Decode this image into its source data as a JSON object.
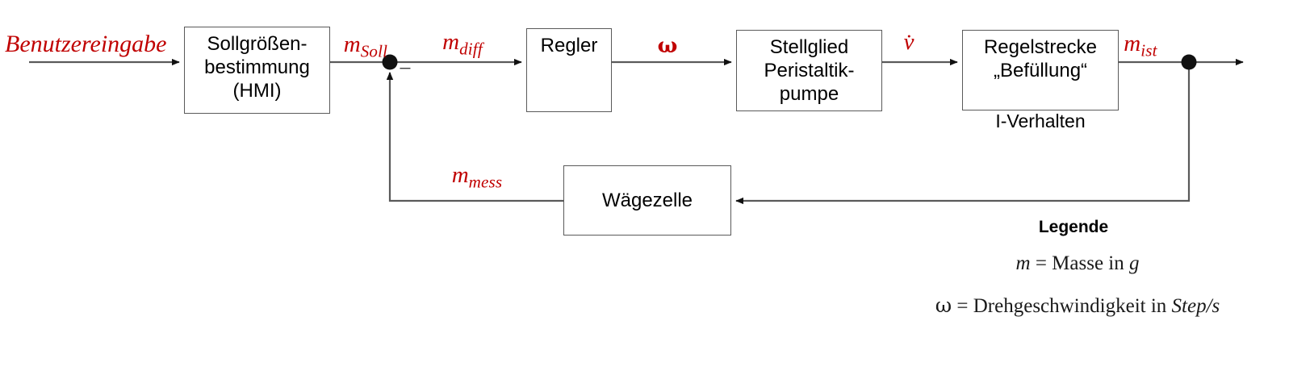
{
  "diagram": {
    "type": "control-loop-block-diagram",
    "language": "de",
    "blocks": [
      {
        "id": "hmi",
        "label": "Sollgrößen-\nbestimmung\n(HMI)"
      },
      {
        "id": "regler",
        "label": "Regler"
      },
      {
        "id": "stell",
        "label": "Stellglied\nPeristaltik-\npumpe"
      },
      {
        "id": "strecke",
        "label": "Regelstrecke\n„Befüllung“"
      },
      {
        "id": "waege",
        "label": "Wägezelle"
      }
    ],
    "captions": [
      {
        "id": "i-verhalten",
        "label": "I-Verhalten"
      }
    ],
    "signals": {
      "input": "Benutzereingabe",
      "m_soll": {
        "base": "m",
        "sub": "Soll"
      },
      "m_diff": {
        "base": "m",
        "sub": "diff"
      },
      "omega": "ω",
      "v_dot": "v̇",
      "m_ist": {
        "base": "m",
        "sub": "ist"
      },
      "m_mess": {
        "base": "m",
        "sub": "mess"
      },
      "minus": "−"
    },
    "legend": {
      "title": "Legende",
      "entries": [
        {
          "symbol": "m",
          "eq": "=",
          "text": "Masse in",
          "unit": "g"
        },
        {
          "symbol": "ω",
          "eq": "=",
          "text": "Drehgeschwindigkeit in",
          "unit": "Step/s"
        }
      ]
    },
    "colors": {
      "signal_red": "#C00000",
      "line_gray": "#5a5a5a",
      "block_border": "#5a5a5a",
      "text_black": "#000000",
      "background": "#ffffff"
    }
  }
}
